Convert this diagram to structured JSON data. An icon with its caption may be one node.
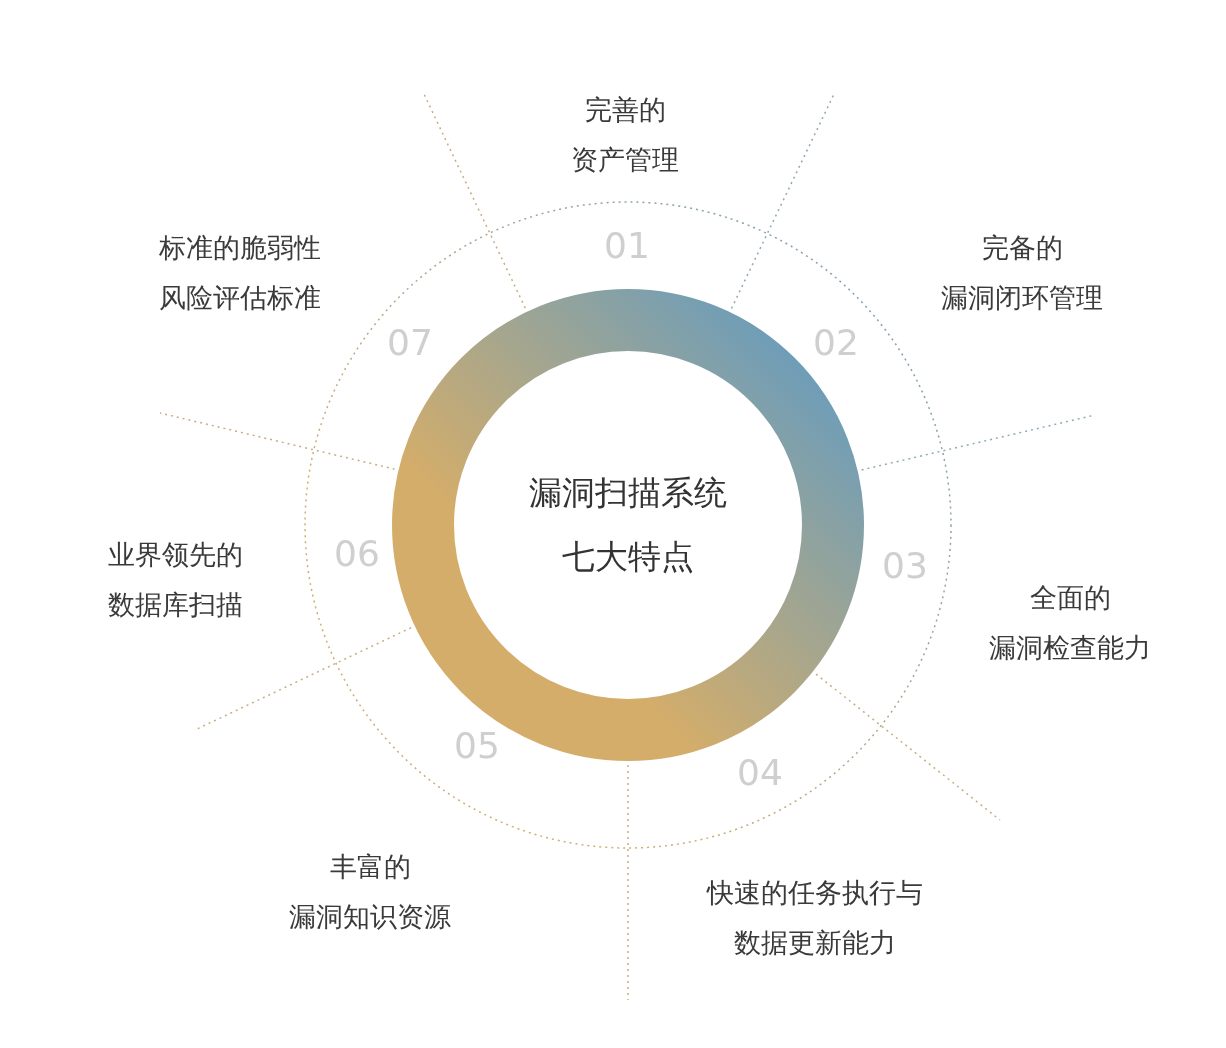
{
  "diagram": {
    "nodes": [
      {
        "text": [
          "漏洞扫描系统七大特点"
        ]
      },
      {
        "text": [
          "完善的资产管理"
        ],
        "beside": [
          "01"
        ]
      },
      {
        "text": [
          "完备的漏洞闭环管理"
        ],
        "beside": [
          "02"
        ]
      },
      {
        "text": [
          "全面的漏洞检查能力"
        ],
        "beside": [
          "03"
        ]
      },
      {
        "text": [
          "快速的任务执行与数据更新能力"
        ],
        "beside": [
          "04"
        ]
      },
      {
        "text": [
          "丰富的漏洞知识资源"
        ],
        "beside": [
          "05"
        ]
      },
      {
        "text": [
          "业界领先的数据库扫描"
        ],
        "beside": [
          "06"
        ]
      },
      {
        "text": [
          "标准的脆弱性风险评估标准"
        ],
        "beside": [
          "07"
        ]
      }
    ],
    "edges": []
  }
}
